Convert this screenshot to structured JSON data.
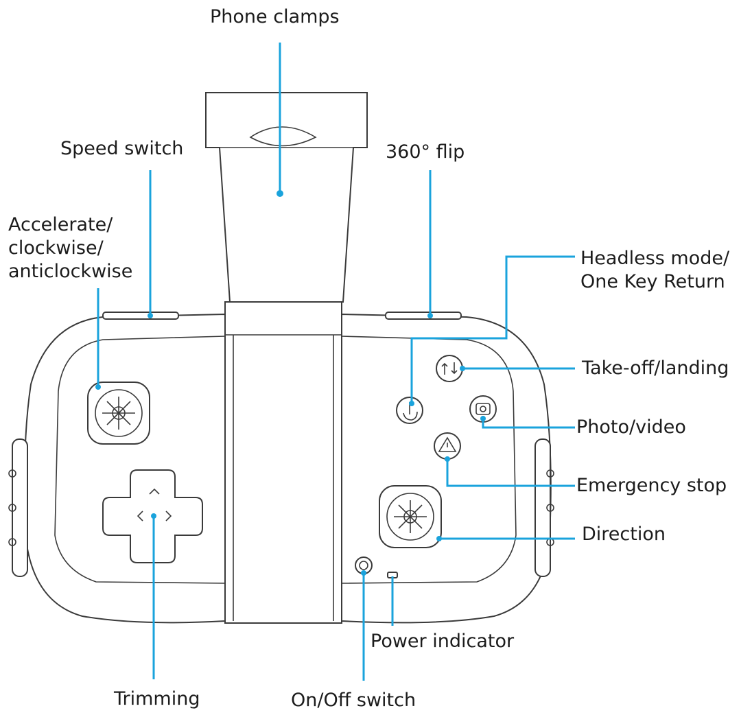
{
  "labels": {
    "phone_clamps": "Phone clamps",
    "speed_switch": "Speed switch",
    "flip_360": "360° flip",
    "accelerate": [
      "Accelerate/",
      "clockwise/",
      "anticlockwise"
    ],
    "headless_mode": [
      "Headless mode/",
      "One Key Return"
    ],
    "takeoff_landing": "Take-off/landing",
    "photo_video": "Photo/video",
    "emergency_stop": "Emergency stop",
    "direction": "Direction",
    "power_indicator": "Power indicator",
    "trimming": "Trimming",
    "on_off_switch": "On/Off switch"
  },
  "colors": {
    "leader": "#1aa3dc",
    "outline": "#3a3a3a",
    "text": "#1c1c1c"
  },
  "icons": {
    "headless": "headless-return-icon",
    "takeoff": "takeoff-landing-icon",
    "photo": "camera-icon",
    "emergency": "warning-triangle-icon",
    "power": "power-button-icon"
  }
}
